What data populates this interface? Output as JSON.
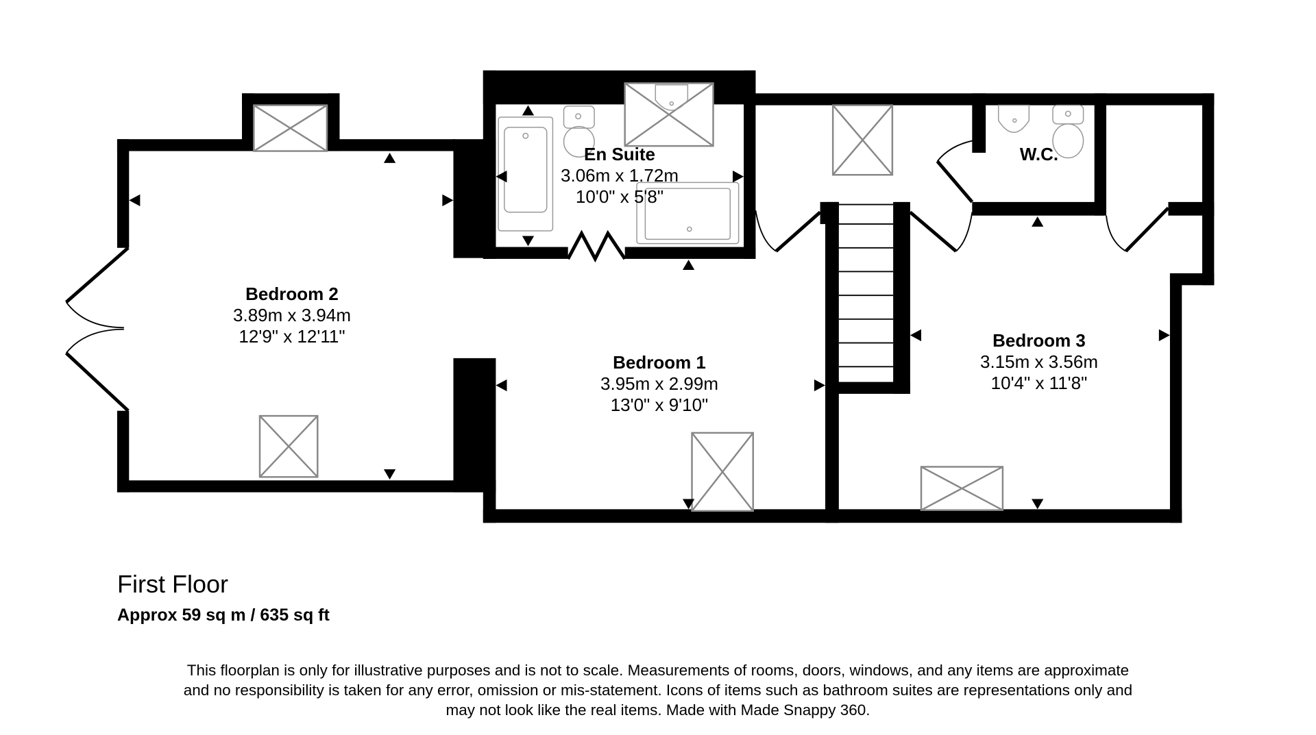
{
  "floor": {
    "title": "First Floor",
    "area": "Approx 59 sq m / 635 sq ft"
  },
  "rooms": [
    {
      "name": "Bedroom 2",
      "metric": "3.89m x 3.94m",
      "imperial": "12'9\" x 12'11\""
    },
    {
      "name": "En Suite",
      "metric": "3.06m x 1.72m",
      "imperial": "10'0\" x 5'8\""
    },
    {
      "name": "W.C.",
      "metric": "",
      "imperial": ""
    },
    {
      "name": "Bedroom 1",
      "metric": "3.95m x 2.99m",
      "imperial": "13'0\" x 9'10\""
    },
    {
      "name": "Bedroom 3",
      "metric": "3.15m x 3.56m",
      "imperial": "10'4\" x 11'8\""
    }
  ],
  "disclaimer": {
    "line1": "This floorplan is only for illustrative purposes and is not to scale. Measurements of rooms, doors, windows, and any items are approximate",
    "line2": "and no responsibility is taken for any error, omission or mis-statement. Icons of items such as bathroom suites are representations only and",
    "line3": "may not look like the real items. Made with Made Snappy 360."
  },
  "colors": {
    "wall": "#000000",
    "fixture": "#888888",
    "background": "#ffffff"
  }
}
